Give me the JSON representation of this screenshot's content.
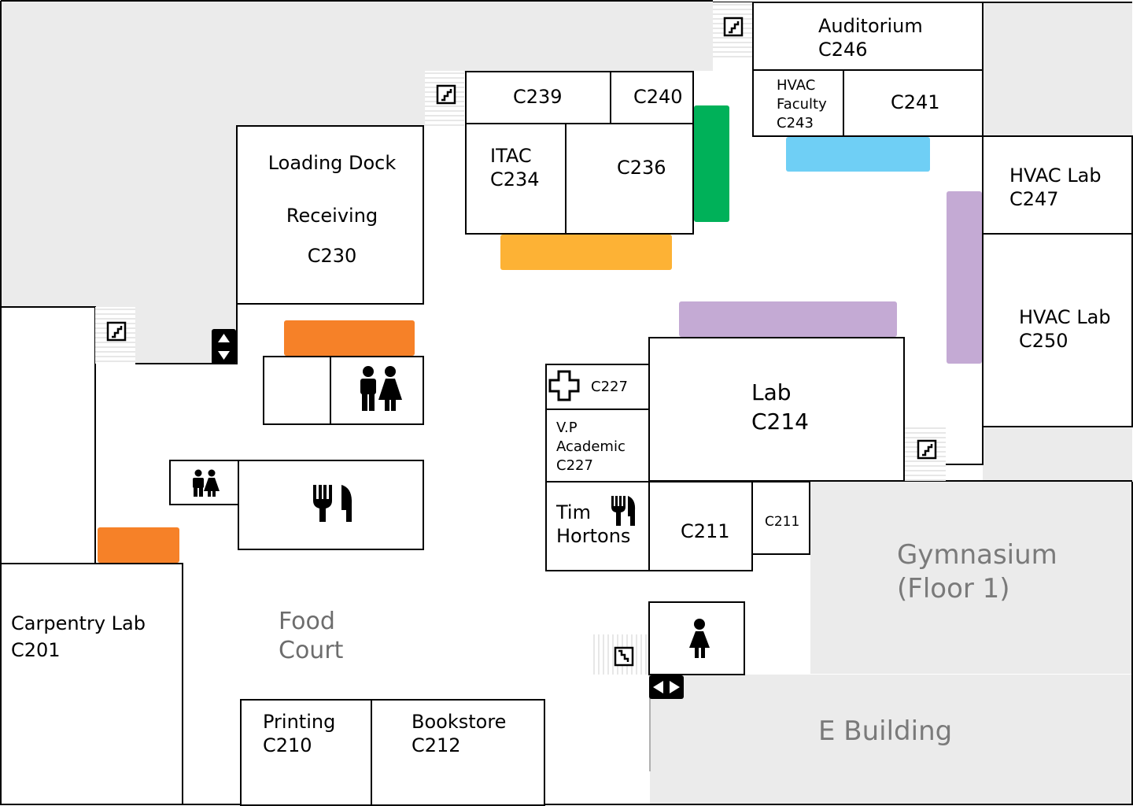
{
  "rooms": {
    "auditorium": {
      "name": "Auditorium",
      "number": "C246"
    },
    "hvac_faculty": {
      "line1": "HVAC",
      "line2": "Faculty",
      "number": "C243"
    },
    "c241": {
      "number": "C241"
    },
    "c239": {
      "number": "C239"
    },
    "c240": {
      "number": "C240"
    },
    "itac": {
      "name": "ITAC",
      "number": "C234"
    },
    "c236": {
      "number": "C236"
    },
    "loading_dock": {
      "line1": "Loading Dock",
      "line2": "Receiving",
      "number": "C230"
    },
    "hvac_lab_247": {
      "name": "HVAC Lab",
      "number": "C247"
    },
    "hvac_lab_250": {
      "name": "HVAC Lab",
      "number": "C250"
    },
    "lab": {
      "name": "Lab",
      "number": "C214"
    },
    "first_aid": {
      "number": "C227"
    },
    "vp_academic": {
      "line1": "V.P",
      "line2": "Academic",
      "number": "C227"
    },
    "tim_hortons": {
      "line1": "Tim",
      "line2": "Hortons"
    },
    "c211_large": {
      "number": "C211"
    },
    "c211_small": {
      "number": "C211"
    },
    "carpentry_lab": {
      "name": "Carpentry Lab",
      "number": "C201"
    },
    "printing": {
      "name": "Printing",
      "number": "C210"
    },
    "bookstore": {
      "name": "Bookstore",
      "number": "C212"
    }
  },
  "areas": {
    "food_court": {
      "line1": "Food",
      "line2": "Court"
    },
    "gymnasium": {
      "line1": "Gymnasium",
      "line2": "(Floor 1)"
    },
    "e_building": {
      "name": "E Building"
    }
  },
  "icons": {
    "stairs": "stairs-icon",
    "elevator": "elevator-icon",
    "washroom": "washroom-icon",
    "restaurant": "fork-knife-icon",
    "first_aid": "first-aid-cross-icon",
    "womens_washroom": "womens-washroom-icon",
    "walkway": "walkway-arrows-icon"
  },
  "colors": {
    "green": "#00b159",
    "blue": "#6fcff5",
    "purple": "#c4aad4",
    "yellow": "#fdb235",
    "orange": "#f68128",
    "gray_area": "#ebebeb"
  }
}
